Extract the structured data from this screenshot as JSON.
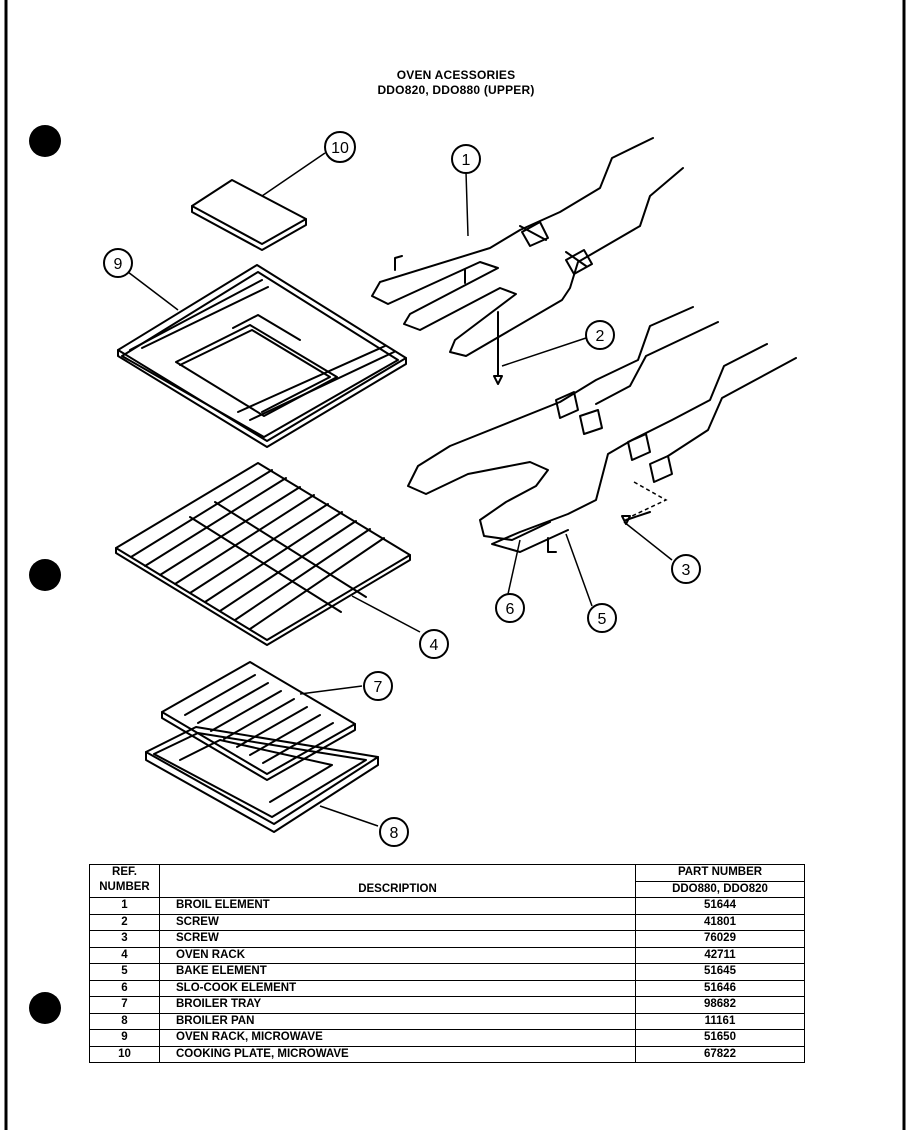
{
  "title": {
    "line1": "OVEN ACESSORIES",
    "line2": "DDO820, DDO880 (UPPER)"
  },
  "callouts": [
    "1",
    "2",
    "3",
    "4",
    "5",
    "6",
    "7",
    "8",
    "9",
    "10"
  ],
  "table": {
    "header": {
      "ref_line1": "REF.",
      "ref_line2": "NUMBER",
      "description": "DESCRIPTION",
      "part_number": "PART NUMBER",
      "models": "DDO880, DDO820"
    },
    "rows": [
      {
        "ref": "1",
        "description": "BROIL ELEMENT",
        "part": "51644"
      },
      {
        "ref": "2",
        "description": "SCREW",
        "part": "41801"
      },
      {
        "ref": "3",
        "description": "SCREW",
        "part": "76029"
      },
      {
        "ref": "4",
        "description": "OVEN RACK",
        "part": "42711"
      },
      {
        "ref": "5",
        "description": "BAKE ELEMENT",
        "part": "51645"
      },
      {
        "ref": "6",
        "description": "SLO-COOK ELEMENT",
        "part": "51646"
      },
      {
        "ref": "7",
        "description": "BROILER TRAY",
        "part": "98682"
      },
      {
        "ref": "8",
        "description": "BROILER PAN",
        "part": "11161"
      },
      {
        "ref": "9",
        "description": "OVEN RACK, MICROWAVE",
        "part": "51650"
      },
      {
        "ref": "10",
        "description": "COOKING PLATE, MICROWAVE",
        "part": "67822"
      }
    ]
  }
}
